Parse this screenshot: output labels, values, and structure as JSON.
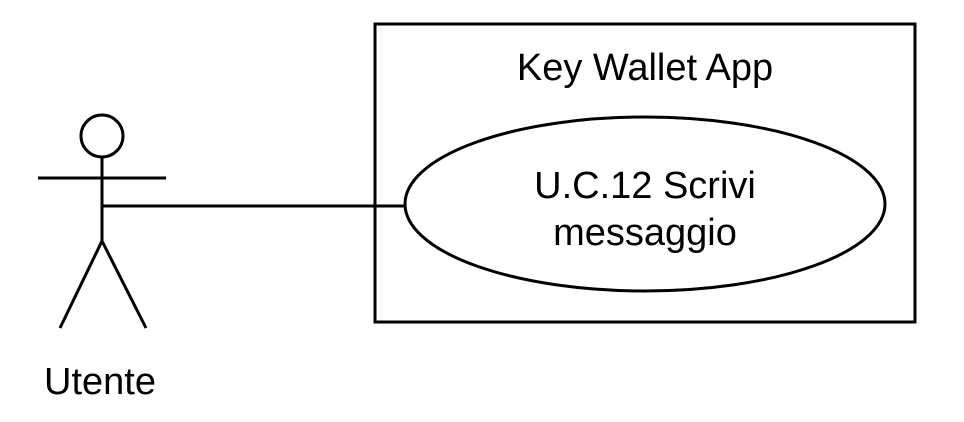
{
  "system": {
    "title": "Key Wallet App"
  },
  "use_case": {
    "line1": "U.C.12 Scrivi",
    "line2": "messaggio"
  },
  "actor": {
    "label": "Utente"
  },
  "colors": {
    "stroke": "#000000",
    "background": "#ffffff"
  }
}
